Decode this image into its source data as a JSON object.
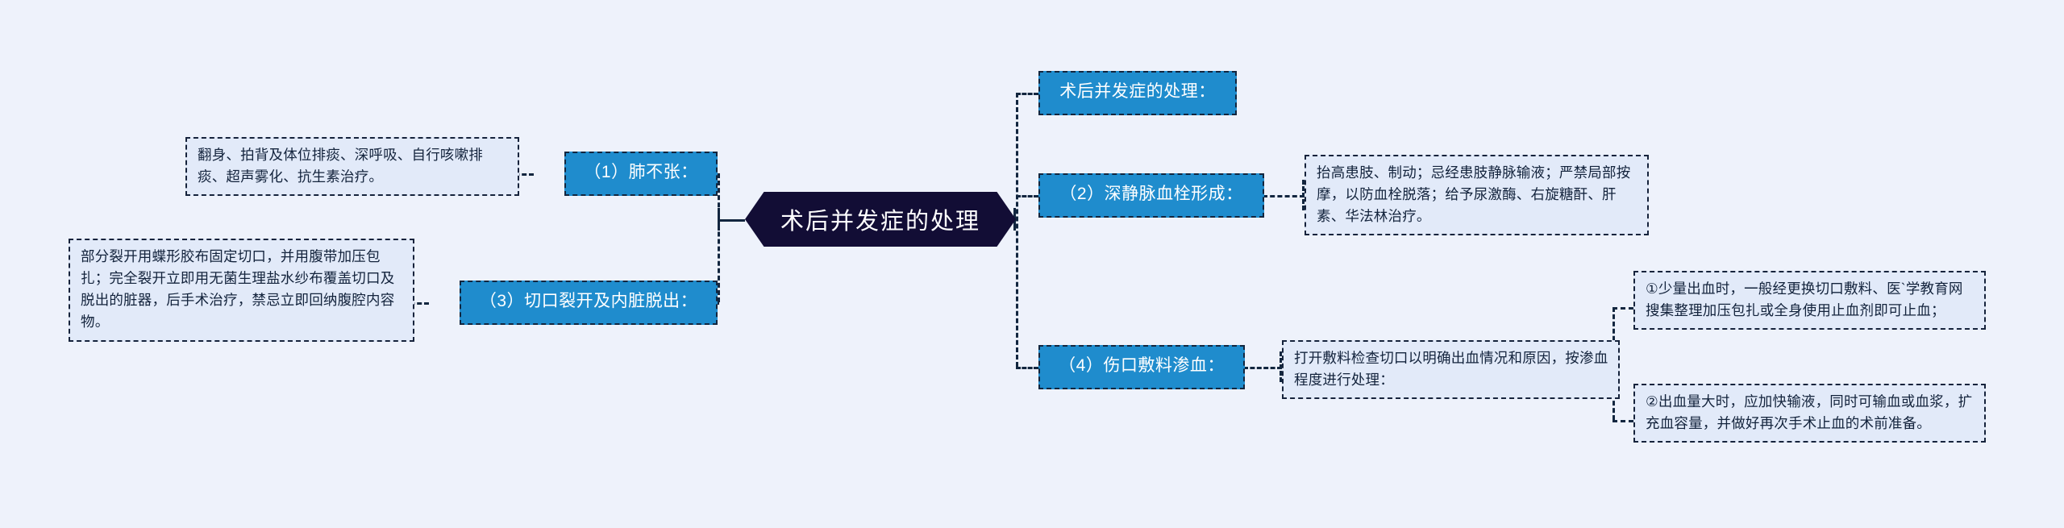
{
  "diagram": {
    "type": "mind-map",
    "background_color": "#eef2fb",
    "accent_color": "#1f8ccd",
    "root_color": "#120d35",
    "note_color": "#e2eaf9",
    "root": {
      "label": "术后并发症的处理"
    },
    "left_branches": [
      {
        "id": "lung-atelectasis",
        "label": "（1）肺不张：",
        "note": "翻身、拍背及体位排痰、深呼吸、自行咳嗽排痰、超声雾化、抗生素治疗。"
      },
      {
        "id": "wound-dehiscence",
        "label": "（3）切口裂开及内脏脱出：",
        "note": "部分裂开用蝶形胶布固定切口，并用腹带加压包扎；完全裂开立即用无菌生理盐水纱布覆盖切口及脱出的脏器，后手术治疗，禁忌立即回纳腹腔内容物。"
      }
    ],
    "right_branches": [
      {
        "id": "postop-complication-handling",
        "label": "术后并发症的处理："
      },
      {
        "id": "deep-vein-thrombosis",
        "label": "（2）深静脉血栓形成：",
        "note": "抬高患肢、制动；忌经患肢静脉输液；严禁局部按摩，以防血栓脱落；给予尿激酶、右旋糖酐、肝素、华法林治疗。"
      },
      {
        "id": "wound-dressing-bleeding",
        "label": "（4）伤口敷料渗血：",
        "note": "打开敷料检查切口以明确出血情况和原因，按渗血程度进行处理：",
        "sub_notes": [
          "①少量出血时，一般经更换切口敷料、医`学教育网搜集整理加压包扎或全身使用止血剂即可止血；",
          "②出血量大时，应加快输液，同时可输血或血浆，扩充血容量，并做好再次手术止血的术前准备。"
        ]
      }
    ]
  }
}
